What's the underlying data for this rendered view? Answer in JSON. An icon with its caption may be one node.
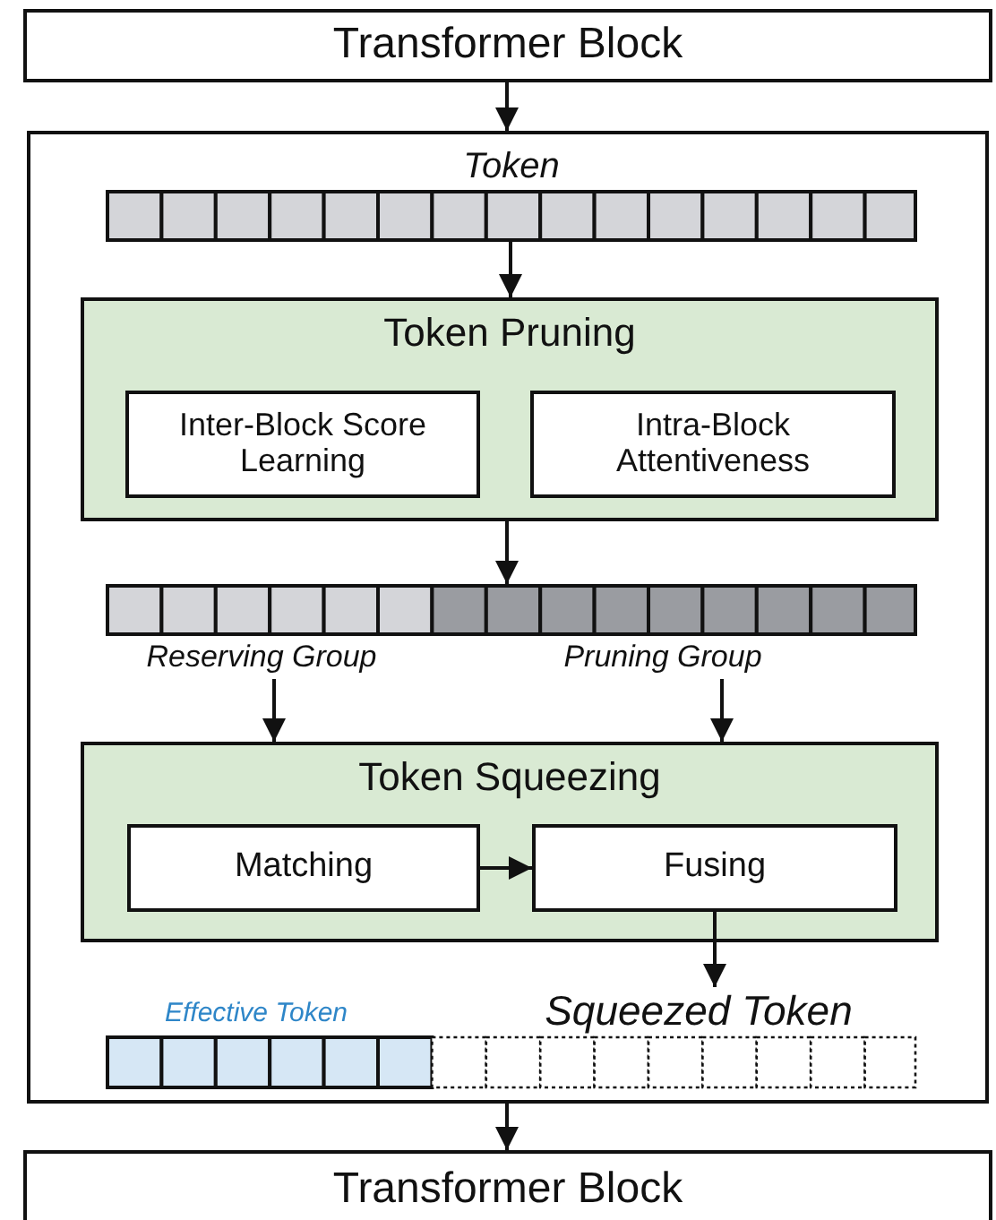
{
  "diagram": {
    "nodes": [
      {
        "text": [
          "Transformer Block"
        ]
      },
      {
        "text": [],
        "shape": "box"
      },
      {
        "text": [
          "Token"
        ],
        "in": 1
      },
      {
        "text": [
          "Token Pruning"
        ],
        "in": 1
      },
      {
        "text": [
          "Inter-Block Score Learning"
        ],
        "in": 3
      },
      {
        "text": [
          "Intra-Block Attentiveness"
        ],
        "in": 3
      },
      {
        "text": [],
        "shape": "bar",
        "in": 1
      },
      {
        "text": [
          "Reserving Group"
        ],
        "in": 1
      },
      {
        "text": [
          "Pruning Group"
        ],
        "in": 1
      },
      {
        "text": [
          "Token Squeezing"
        ],
        "in": 1
      },
      {
        "text": [
          "Matching"
        ],
        "in": 9
      },
      {
        "text": [
          "Fusing"
        ],
        "in": 9
      },
      {
        "text": [
          "Squeezed Token"
        ],
        "in": 1
      },
      {
        "text": [],
        "shape": "bar",
        "in": 1
      },
      {
        "text": [
          "Transformer Block"
        ]
      }
    ],
    "edges": [
      {
        "from": 0,
        "to": 1,
        "arrow": "to"
      },
      {
        "from": 2,
        "to": 3,
        "arrow": "to"
      },
      {
        "from": 3,
        "to": 6,
        "arrow": "to"
      },
      {
        "from": 7,
        "to": 9,
        "arrow": "to"
      },
      {
        "from": 8,
        "to": 9,
        "arrow": "to"
      },
      {
        "from": 10,
        "to": 11,
        "arrow": "to"
      },
      {
        "from": 11,
        "to": 12,
        "arrow": "to"
      },
      {
        "from": 1,
        "to": 14,
        "arrow": "to"
      }
    ],
    "labels": [
      "Effective Token"
    ]
  }
}
